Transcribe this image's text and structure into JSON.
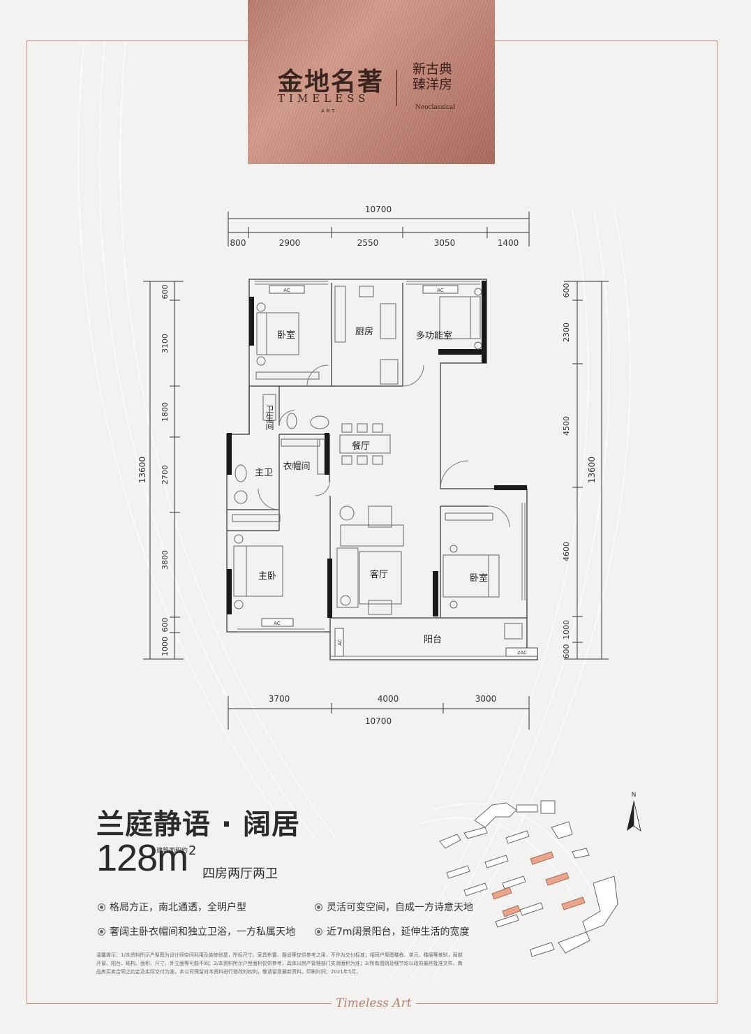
{
  "brand": {
    "name_cn": "金地名著",
    "name_en": "TIMELESS",
    "name_art": "ART",
    "series_cn": "新古典 臻洋房",
    "series_en": "Neoclassical"
  },
  "plan": {
    "top_total": "10700",
    "top_segments": [
      "800",
      "2900",
      "2550",
      "3050",
      "1400"
    ],
    "bottom_segments": [
      "3700",
      "4000",
      "3000"
    ],
    "bottom_total": "10700",
    "left_segments": [
      "600",
      "3100",
      "1800",
      "2700",
      "3800",
      "600",
      "1000"
    ],
    "left_total": "13600",
    "right_segments": [
      "600",
      "2300",
      "4500",
      "4600",
      "1000",
      "600"
    ],
    "right_total": "13600",
    "rooms": {
      "bedroom_nw": "卧室",
      "kitchen": "厨房",
      "multi_room": "多功能室",
      "bathroom": "卫生间",
      "dining": "餐厅",
      "walkin_closet": "衣帽间",
      "master_bath": "主卫",
      "master_bedroom": "主卧",
      "living_room": "客厅",
      "bedroom_se": "卧室",
      "balcony": "阳台"
    },
    "ac_labels": [
      "AC",
      "AC",
      "AC",
      "AC",
      "2AC"
    ]
  },
  "unit": {
    "title": "兰庭静语 · 阔居",
    "area": "128m",
    "area_sup": "2",
    "area_note": "建筑面积约",
    "type": "四房两厅两卫"
  },
  "features": [
    "格局方正，南北通透，全明户型",
    "灵活可变空间，自成一方诗意天地",
    "奢阔主卧衣帽间和独立卫浴，一方私属天地",
    "近7m阔景阳台，延伸生活的宽度"
  ],
  "disclaimer": "温馨提示：1/本资料所示户型图为设计师空间利用及装修创意，所标尺寸、家具布置、摆设等仅供参考之用，不作为交付标准；相同户型图楼栋、单元、楼层等差别，局部开窗、阳台、结构、面积、尺寸、外立面等可能不同；2/本资料所示户型面积仅供参考，具体以房产管理部门实测面积为准；3/所有图则及细节均以政府最终批准文件、商品房买卖合同之约定及实际交付为准。本公司保留对本资料进行修改的权利，敬请留意最新资料。印刷时间：2021年5月。",
  "compass": "N",
  "footer": "Timeless Art",
  "colors": {
    "accent": "#c78d7a",
    "highlight_building": "#e8a58c"
  }
}
